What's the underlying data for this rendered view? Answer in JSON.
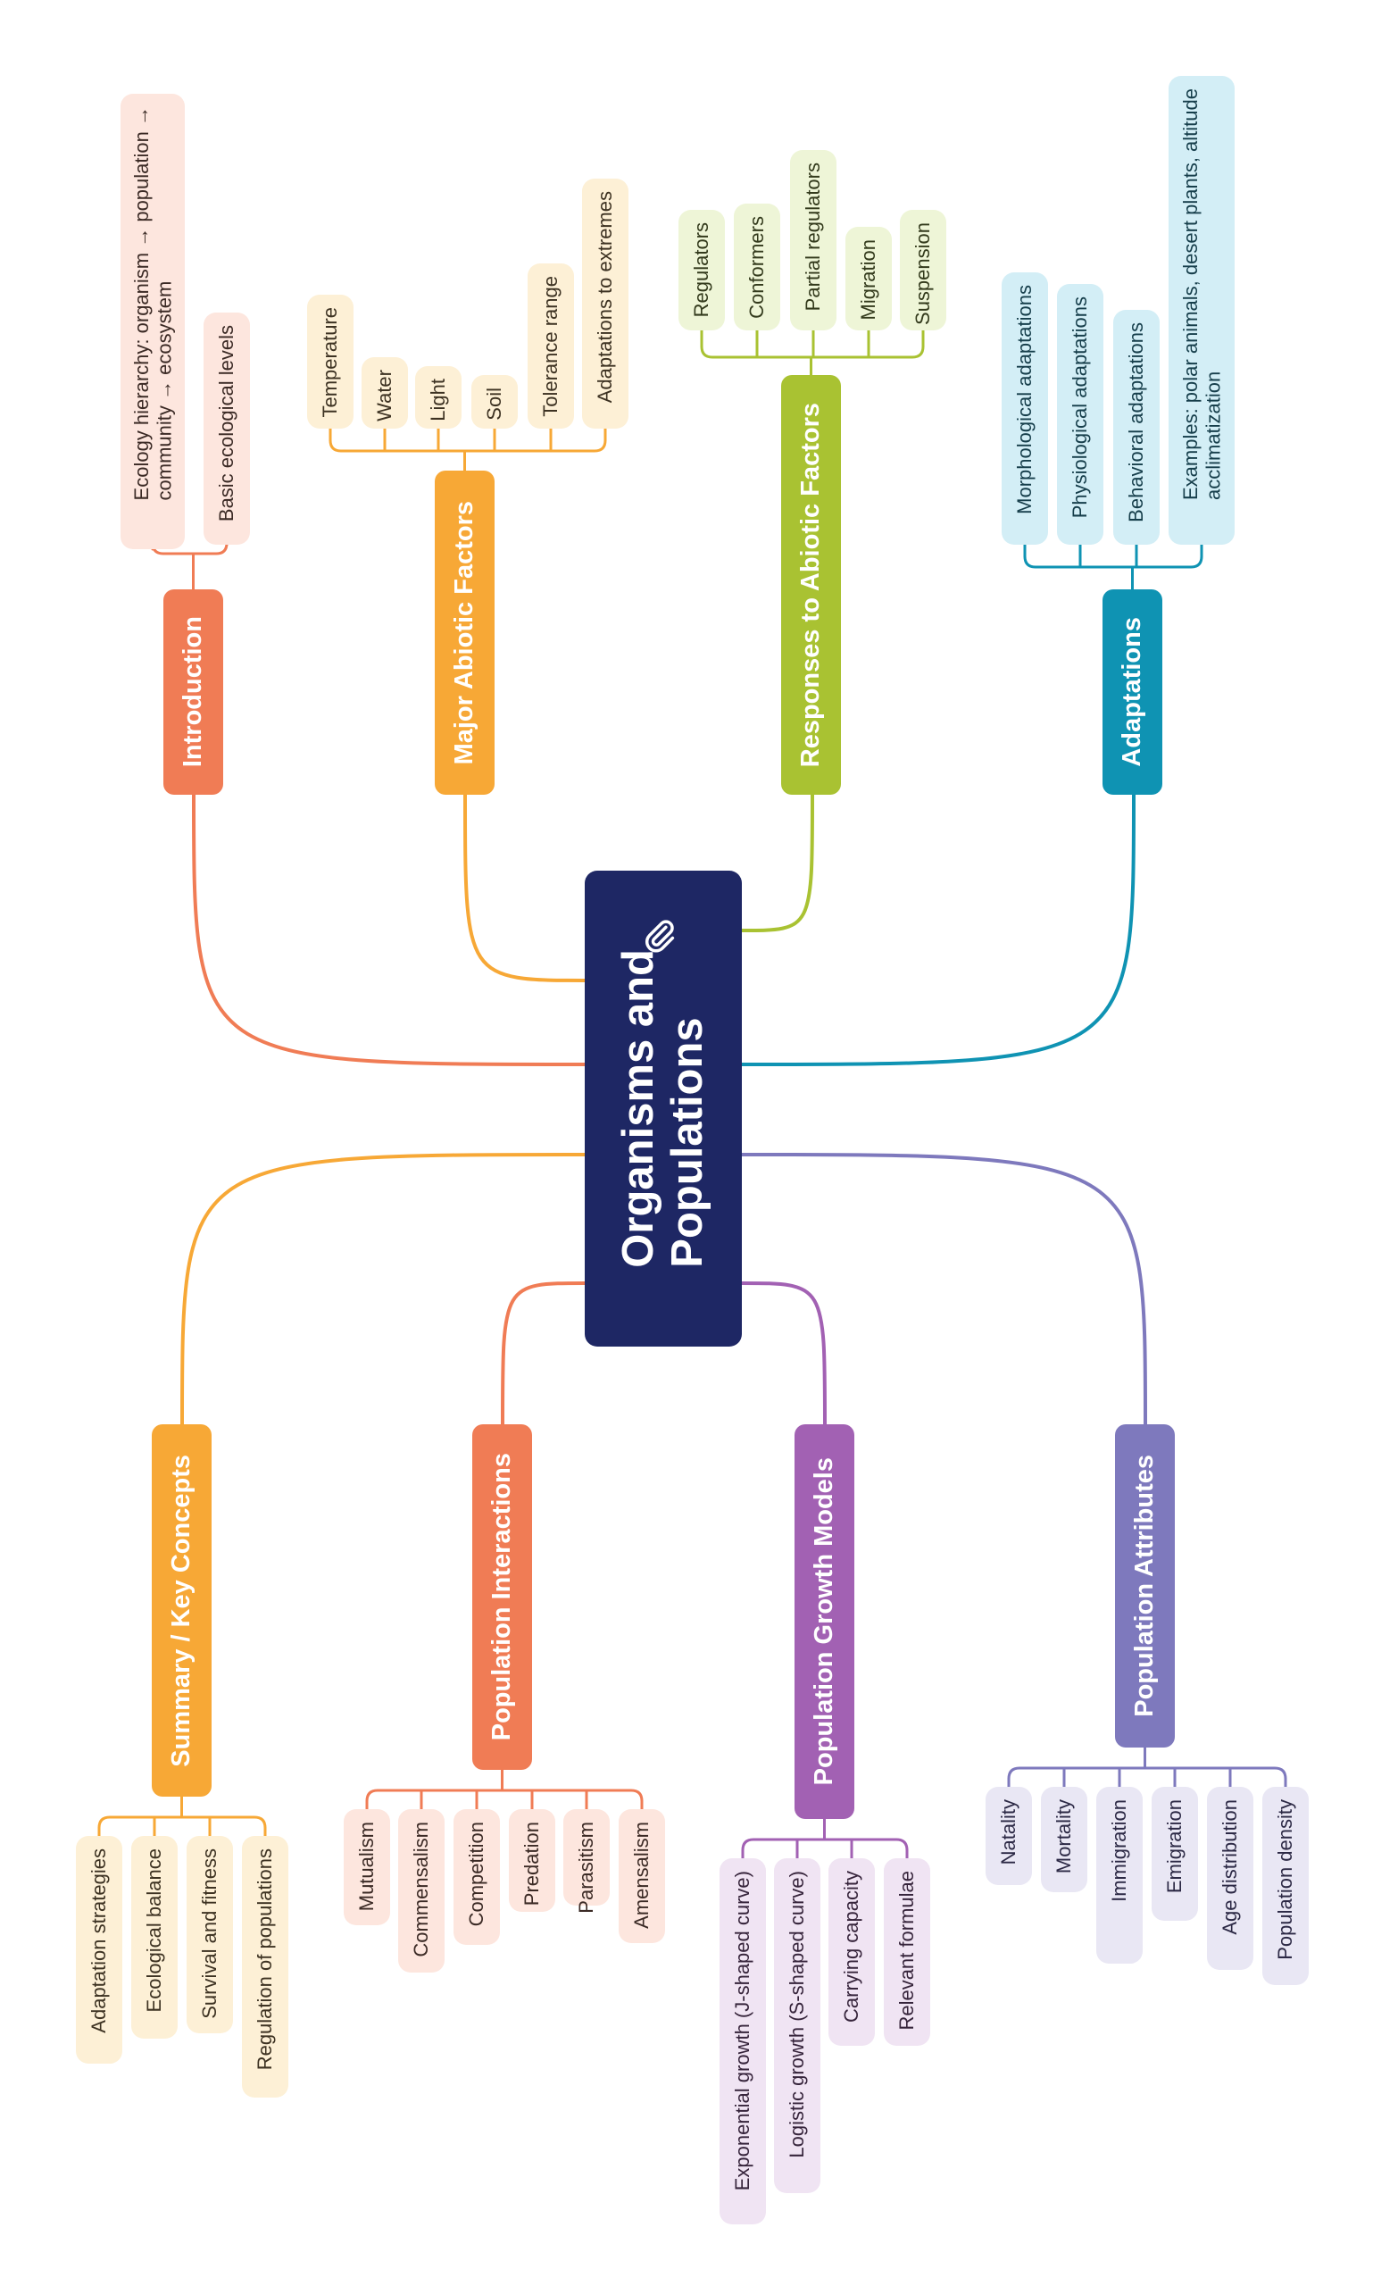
{
  "title": "Organisms and Populations",
  "title_lines": [
    "Organisms and",
    "Populations"
  ],
  "center_icon": "paperclip-icon",
  "branches": [
    {
      "id": "introduction",
      "label": "Introduction",
      "color": "#f07c55",
      "leaf_bg": "#fde6de",
      "leaf_text": "#3b2a25",
      "leaves": [
        {
          "lines": [
            "Ecology hierarchy: organism → population →",
            "community → ecosystem"
          ]
        },
        {
          "lines": [
            "Basic ecological levels"
          ]
        }
      ]
    },
    {
      "id": "major-abiotic-factors",
      "label": "Major Abiotic Factors",
      "color": "#f7a836",
      "leaf_bg": "#fdf0d6",
      "leaf_text": "#3d3222",
      "leaves": [
        {
          "lines": [
            "Temperature"
          ]
        },
        {
          "lines": [
            "Water"
          ]
        },
        {
          "lines": [
            "Light"
          ]
        },
        {
          "lines": [
            "Soil"
          ]
        },
        {
          "lines": [
            "Tolerance range"
          ]
        },
        {
          "lines": [
            "Adaptations to extremes"
          ]
        }
      ]
    },
    {
      "id": "responses-to-abiotic-factors",
      "label": "Responses to Abiotic Factors",
      "color": "#a9c232",
      "leaf_bg": "#eef5d7",
      "leaf_text": "#333a1c",
      "leaves": [
        {
          "lines": [
            "Regulators"
          ]
        },
        {
          "lines": [
            "Conformers"
          ]
        },
        {
          "lines": [
            "Partial regulators"
          ]
        },
        {
          "lines": [
            "Migration"
          ]
        },
        {
          "lines": [
            "Suspension"
          ]
        }
      ]
    },
    {
      "id": "adaptations",
      "label": "Adaptations",
      "color": "#0f93b3",
      "leaf_bg": "#d3eef6",
      "leaf_text": "#163e4b",
      "leaves": [
        {
          "lines": [
            "Morphological adaptations"
          ]
        },
        {
          "lines": [
            "Physiological adaptations"
          ]
        },
        {
          "lines": [
            "Behavioral adaptations"
          ]
        },
        {
          "lines": [
            "Examples: polar animals, desert plants, altitude",
            "acclimatization"
          ]
        }
      ]
    },
    {
      "id": "summary-key-concepts",
      "label": "Summary / Key Concepts",
      "color": "#f7a836",
      "leaf_bg": "#fdf0d6",
      "leaf_text": "#3d3222",
      "leaves": [
        {
          "lines": [
            "Adaptation strategies"
          ]
        },
        {
          "lines": [
            "Ecological balance"
          ]
        },
        {
          "lines": [
            "Survival and fitness"
          ]
        },
        {
          "lines": [
            "Regulation of populations"
          ]
        }
      ]
    },
    {
      "id": "population-interactions",
      "label": "Population Interactions",
      "color": "#f07c55",
      "leaf_bg": "#fde6de",
      "leaf_text": "#3b2a25",
      "leaves": [
        {
          "lines": [
            "Mutualism"
          ]
        },
        {
          "lines": [
            "Commensalism"
          ]
        },
        {
          "lines": [
            "Competition"
          ]
        },
        {
          "lines": [
            "Predation"
          ]
        },
        {
          "lines": [
            "Parasitism"
          ]
        },
        {
          "lines": [
            "Amensalism"
          ]
        }
      ]
    },
    {
      "id": "population-growth-models",
      "label": "Population Growth Models",
      "color": "#a261b3",
      "leaf_bg": "#f0e4f3",
      "leaf_text": "#36243b",
      "leaves": [
        {
          "lines": [
            "Exponential growth (J-shaped curve)"
          ]
        },
        {
          "lines": [
            "Logistic growth (S-shaped curve)"
          ]
        },
        {
          "lines": [
            "Carrying capacity"
          ]
        },
        {
          "lines": [
            "Relevant formulae"
          ]
        }
      ]
    },
    {
      "id": "population-attributes",
      "label": "Population Attributes",
      "color": "#7e79bd",
      "leaf_bg": "#e9e7f4",
      "leaf_text": "#2c2945",
      "leaves": [
        {
          "lines": [
            "Natality"
          ]
        },
        {
          "lines": [
            "Mortality"
          ]
        },
        {
          "lines": [
            "Immigration"
          ]
        },
        {
          "lines": [
            "Emigration"
          ]
        },
        {
          "lines": [
            "Age distribution"
          ]
        },
        {
          "lines": [
            "Population density"
          ]
        }
      ]
    }
  ]
}
